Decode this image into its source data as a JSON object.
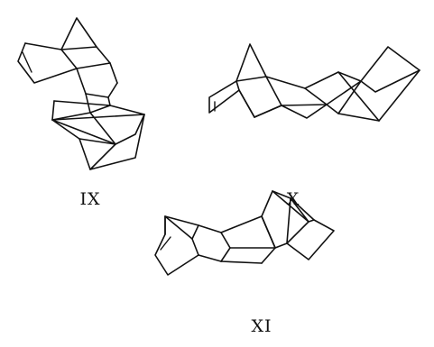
{
  "figure": {
    "structures": [
      {
        "id": "IX",
        "label": "IX"
      },
      {
        "id": "X",
        "label": "X"
      },
      {
        "id": "XI",
        "label": "XI"
      }
    ]
  }
}
